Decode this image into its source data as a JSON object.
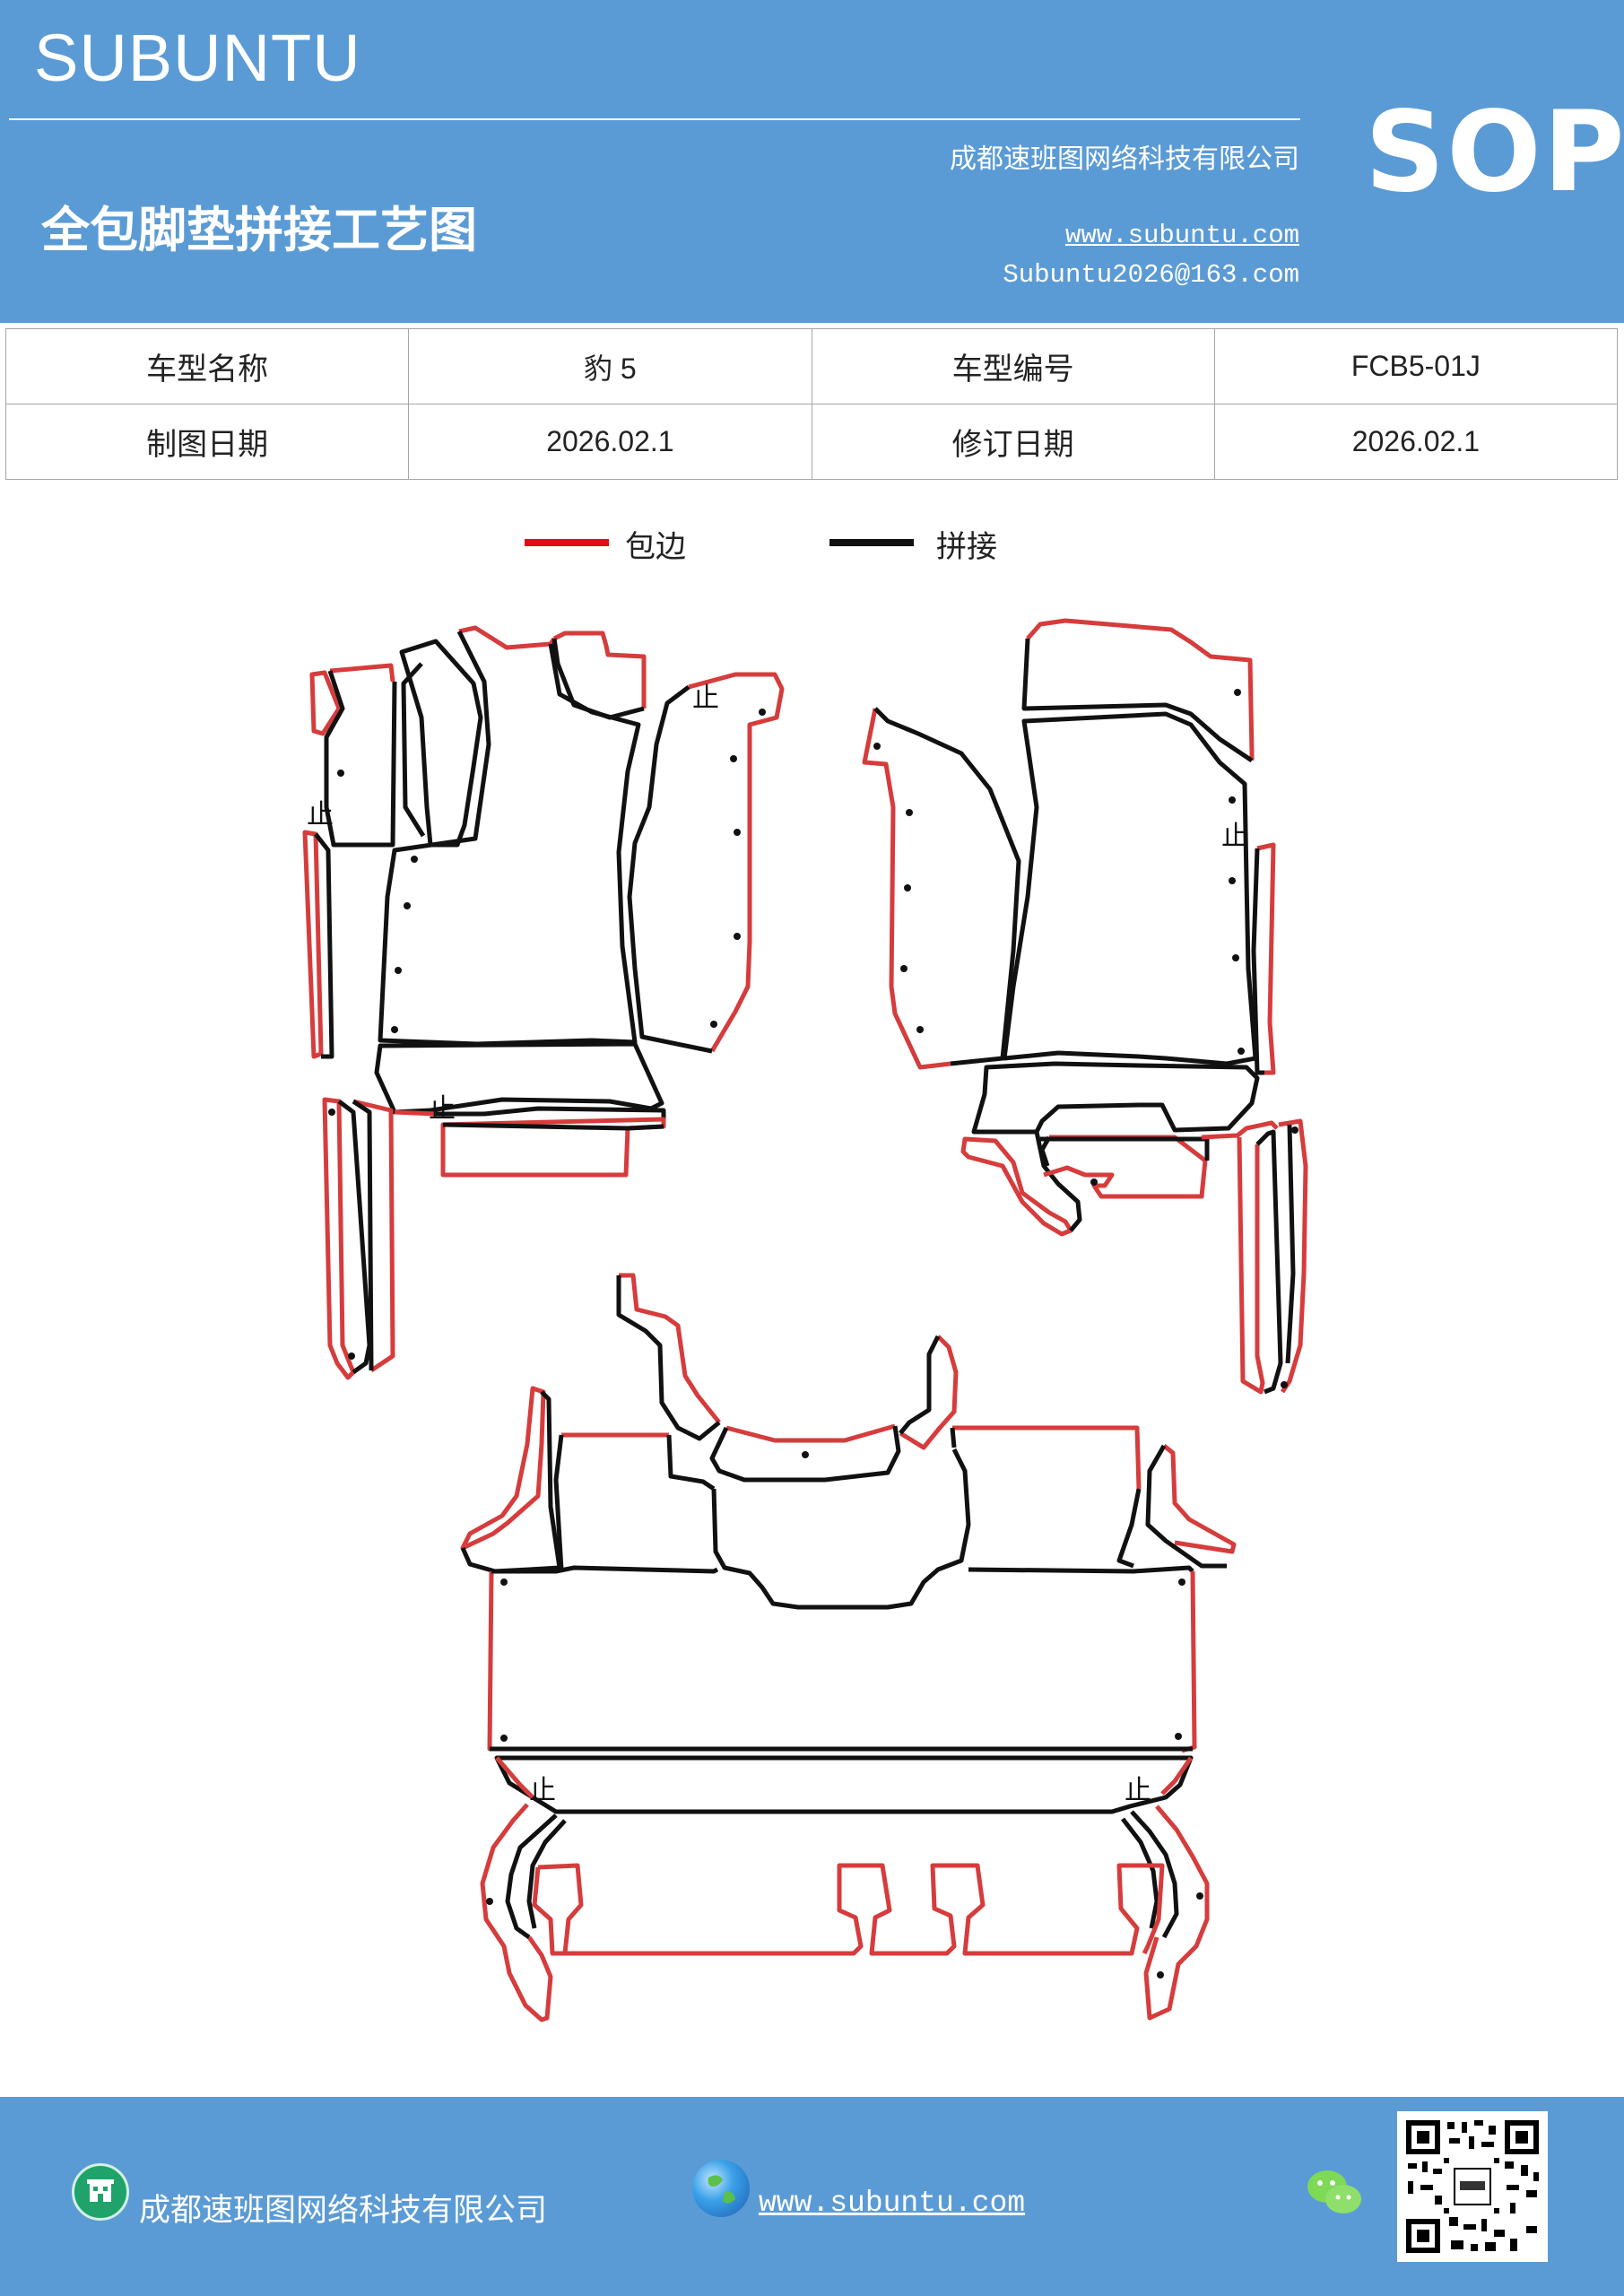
{
  "header": {
    "brand": "SUBUNTU",
    "company": "成都速班图网络科技有限公司",
    "title": "全包脚垫拼接工艺图",
    "website": "www.subuntu.com",
    "email": "Subuntu2026@163.com",
    "badge": "SOP"
  },
  "info": {
    "model_name_label": "车型名称",
    "model_name_value": "豹 5",
    "model_code_label": "车型编号",
    "model_code_value": "FCB5-01J",
    "draw_date_label": "制图日期",
    "draw_date_value": "2026.02.1",
    "revise_date_label": "修订日期",
    "revise_date_value": "2026.02.1"
  },
  "legend": {
    "edge_label": "包边",
    "edge_color": "#e01010",
    "splice_label": "拼接",
    "splice_color": "#111111"
  },
  "diagram": {
    "stop_mark": "止"
  },
  "footer": {
    "company": "成都速班图网络科技有限公司",
    "website": "www.subuntu.com",
    "icons": [
      "building-icon",
      "globe-icon",
      "wechat-icon",
      "qr-code"
    ]
  },
  "colors": {
    "header_blue": "#5b9bd5",
    "border_red": "#d63c3c"
  }
}
